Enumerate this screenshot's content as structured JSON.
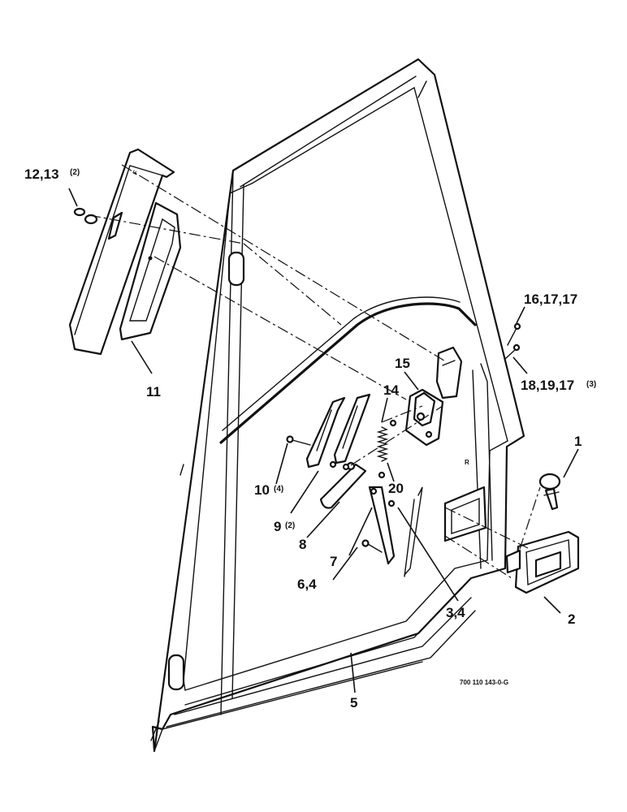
{
  "callouts": [
    {
      "id": "c1",
      "text": "1",
      "sub": ""
    },
    {
      "id": "c2",
      "text": "2",
      "sub": ""
    },
    {
      "id": "c34",
      "text": "3,4",
      "sub": ""
    },
    {
      "id": "c5",
      "text": "5",
      "sub": ""
    },
    {
      "id": "c64",
      "text": "6,4",
      "sub": ""
    },
    {
      "id": "c7",
      "text": "7",
      "sub": ""
    },
    {
      "id": "c8",
      "text": "8",
      "sub": ""
    },
    {
      "id": "c9",
      "text": "9",
      "sub": "(2)"
    },
    {
      "id": "c10",
      "text": "10",
      "sub": "(4)"
    },
    {
      "id": "c11",
      "text": "11",
      "sub": ""
    },
    {
      "id": "c1213",
      "text": "12,13",
      "sub": "(2)"
    },
    {
      "id": "c14",
      "text": "14",
      "sub": ""
    },
    {
      "id": "c15",
      "text": "15",
      "sub": ""
    },
    {
      "id": "c161717",
      "text": "16,17,17",
      "sub": ""
    },
    {
      "id": "c181917",
      "text": "18,19,17",
      "sub": "(3)"
    },
    {
      "id": "c20",
      "text": "20",
      "sub": ""
    }
  ],
  "drawing_code": "700 110 143-0-G"
}
